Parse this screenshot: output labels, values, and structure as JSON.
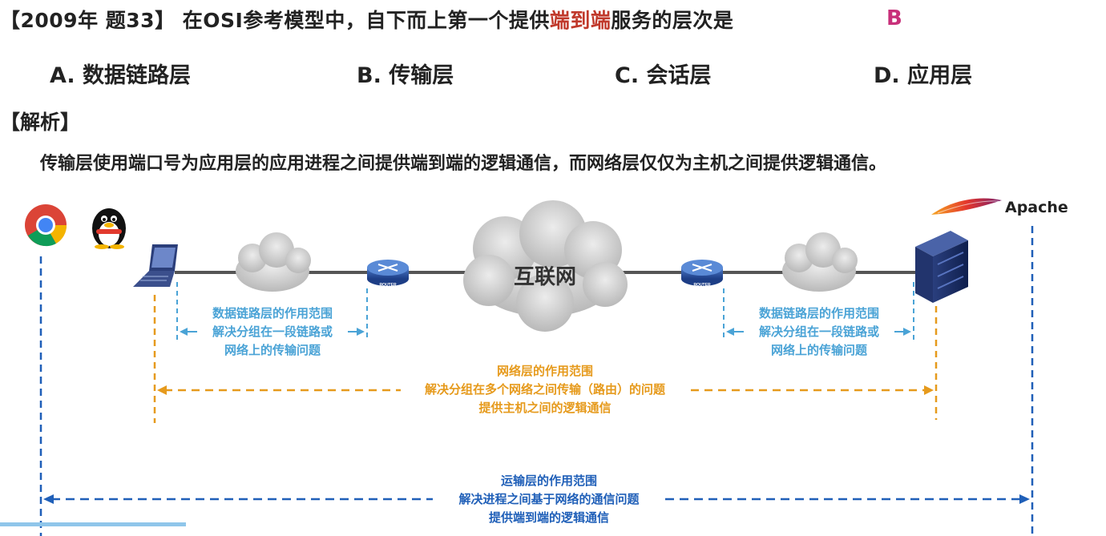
{
  "question": {
    "prefix": "【2009年 题33】 在OSI参考模型中，自下而上第一个提供",
    "highlight": "端到端",
    "suffix": "服务的层次是",
    "answer": "B"
  },
  "options": [
    "A. 数据链路层",
    "B. 传输层",
    "C. 会话层",
    "D. 应用层"
  ],
  "analysis": {
    "heading": "【解析】",
    "text": "传输层使用端口号为应用层的应用进程之间提供端到端的逻辑通信，而网络层仅仅为主机之间提供逻辑通信。"
  },
  "diagram": {
    "internet_label": "互联网",
    "router_label": "ROUTER",
    "apache_label": "Apache",
    "datalink_left": [
      "数据链路层的作用范围",
      "解决分组在一段链路或",
      "网络上的传输问题"
    ],
    "datalink_right": [
      "数据链路层的作用范围",
      "解决分组在一段链路或",
      "网络上的传输问题"
    ],
    "network": [
      "网络层的作用范围",
      "解决分组在多个网络之间传输（路由）的问题",
      "提供主机之间的逻辑通信"
    ],
    "transport": [
      "运输层的作用范围",
      "解决进程之间基于网络的通信问题",
      "提供端到端的逻辑通信"
    ]
  },
  "colors": {
    "highlight": "#c0392b",
    "answer": "#c8307a",
    "datalink": "#4aa3d6",
    "network": "#e69a1c",
    "transport": "#1f5fb8"
  },
  "icons": [
    "chrome-icon",
    "qq-penguin-icon",
    "laptop-icon",
    "cloud-icon",
    "router-icon",
    "apache-feather-icon",
    "server-icon"
  ]
}
